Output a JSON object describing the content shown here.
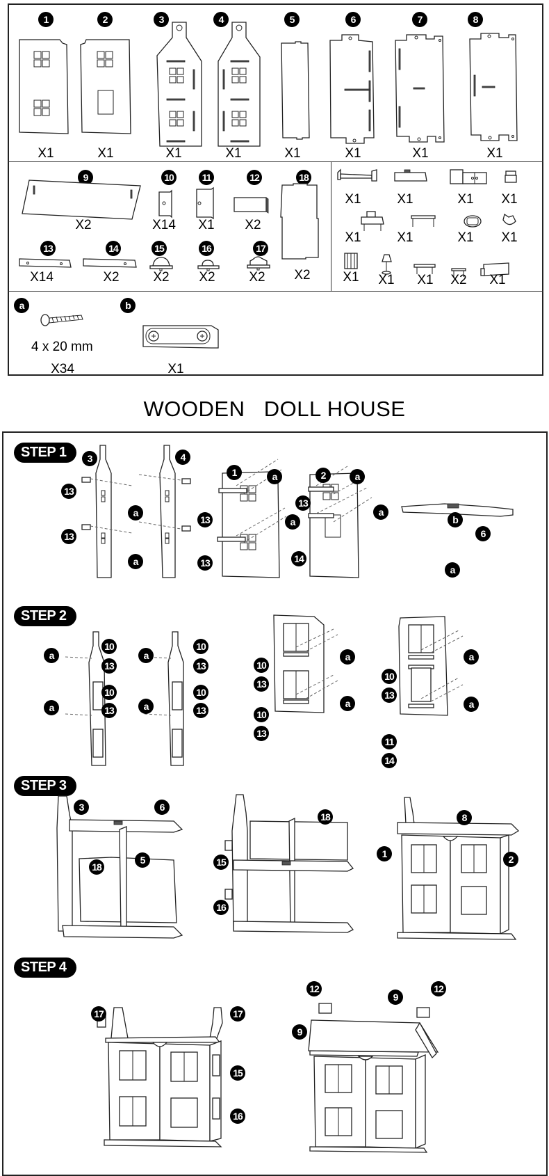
{
  "parts_list": {
    "panels": [
      {
        "id": "1",
        "qty": "X1"
      },
      {
        "id": "2",
        "qty": "X1"
      },
      {
        "id": "3",
        "qty": "X1"
      },
      {
        "id": "4",
        "qty": "X1"
      },
      {
        "id": "5",
        "qty": "X1"
      },
      {
        "id": "6",
        "qty": "X1"
      },
      {
        "id": "7",
        "qty": "X1"
      },
      {
        "id": "8",
        "qty": "X1"
      }
    ],
    "small_parts": [
      {
        "id": "9",
        "qty": "X2"
      },
      {
        "id": "10",
        "qty": "X14"
      },
      {
        "id": "11",
        "qty": "X1"
      },
      {
        "id": "12",
        "qty": "X2"
      },
      {
        "id": "18",
        "qty": "X2"
      },
      {
        "id": "13",
        "qty": "X14"
      },
      {
        "id": "14",
        "qty": "X2"
      },
      {
        "id": "15",
        "qty": "X2"
      },
      {
        "id": "16",
        "qty": "X2"
      },
      {
        "id": "17",
        "qty": "X2"
      }
    ],
    "furniture": [
      {
        "name": "bed",
        "qty": "X1"
      },
      {
        "name": "bathtub",
        "qty": "X1"
      },
      {
        "name": "kitchen-counter",
        "qty": "X1"
      },
      {
        "name": "toilet",
        "qty": "X1"
      },
      {
        "name": "stove",
        "qty": "X1"
      },
      {
        "name": "bench",
        "qty": "X1"
      },
      {
        "name": "rug",
        "qty": "X1"
      },
      {
        "name": "rocking-horse",
        "qty": "X1"
      },
      {
        "name": "crib",
        "qty": "X1"
      },
      {
        "name": "lamp",
        "qty": "X1"
      },
      {
        "name": "table",
        "qty": "X1"
      },
      {
        "name": "stool",
        "qty": "X2"
      },
      {
        "name": "sofa",
        "qty": "X1"
      }
    ],
    "hardware": [
      {
        "id": "a",
        "desc": "4 x 20 mm",
        "qty": "X34"
      },
      {
        "id": "b",
        "qty": "X1"
      }
    ]
  },
  "title": "WOODEN   DOLL HOUSE",
  "steps": [
    {
      "label": "STEP 1",
      "callouts": [
        "3",
        "4",
        "13",
        "13",
        "a",
        "a",
        "1",
        "a",
        "13",
        "a",
        "13",
        "2",
        "a",
        "13",
        "a",
        "14",
        "b",
        "6",
        "a"
      ]
    },
    {
      "label": "STEP 2",
      "callouts": [
        "a",
        "10",
        "13",
        "a",
        "10",
        "13",
        "a",
        "10",
        "13",
        "a",
        "10",
        "13",
        "10",
        "13",
        "10",
        "13",
        "a",
        "a",
        "10",
        "13",
        "11",
        "14",
        "a",
        "a"
      ]
    },
    {
      "label": "STEP 3",
      "callouts": [
        "3",
        "6",
        "18",
        "5",
        "18",
        "15",
        "16",
        "8",
        "1",
        "2"
      ]
    },
    {
      "label": "STEP 4",
      "callouts": [
        "17",
        "17",
        "15",
        "16",
        "12",
        "9",
        "12",
        "9"
      ]
    }
  ]
}
